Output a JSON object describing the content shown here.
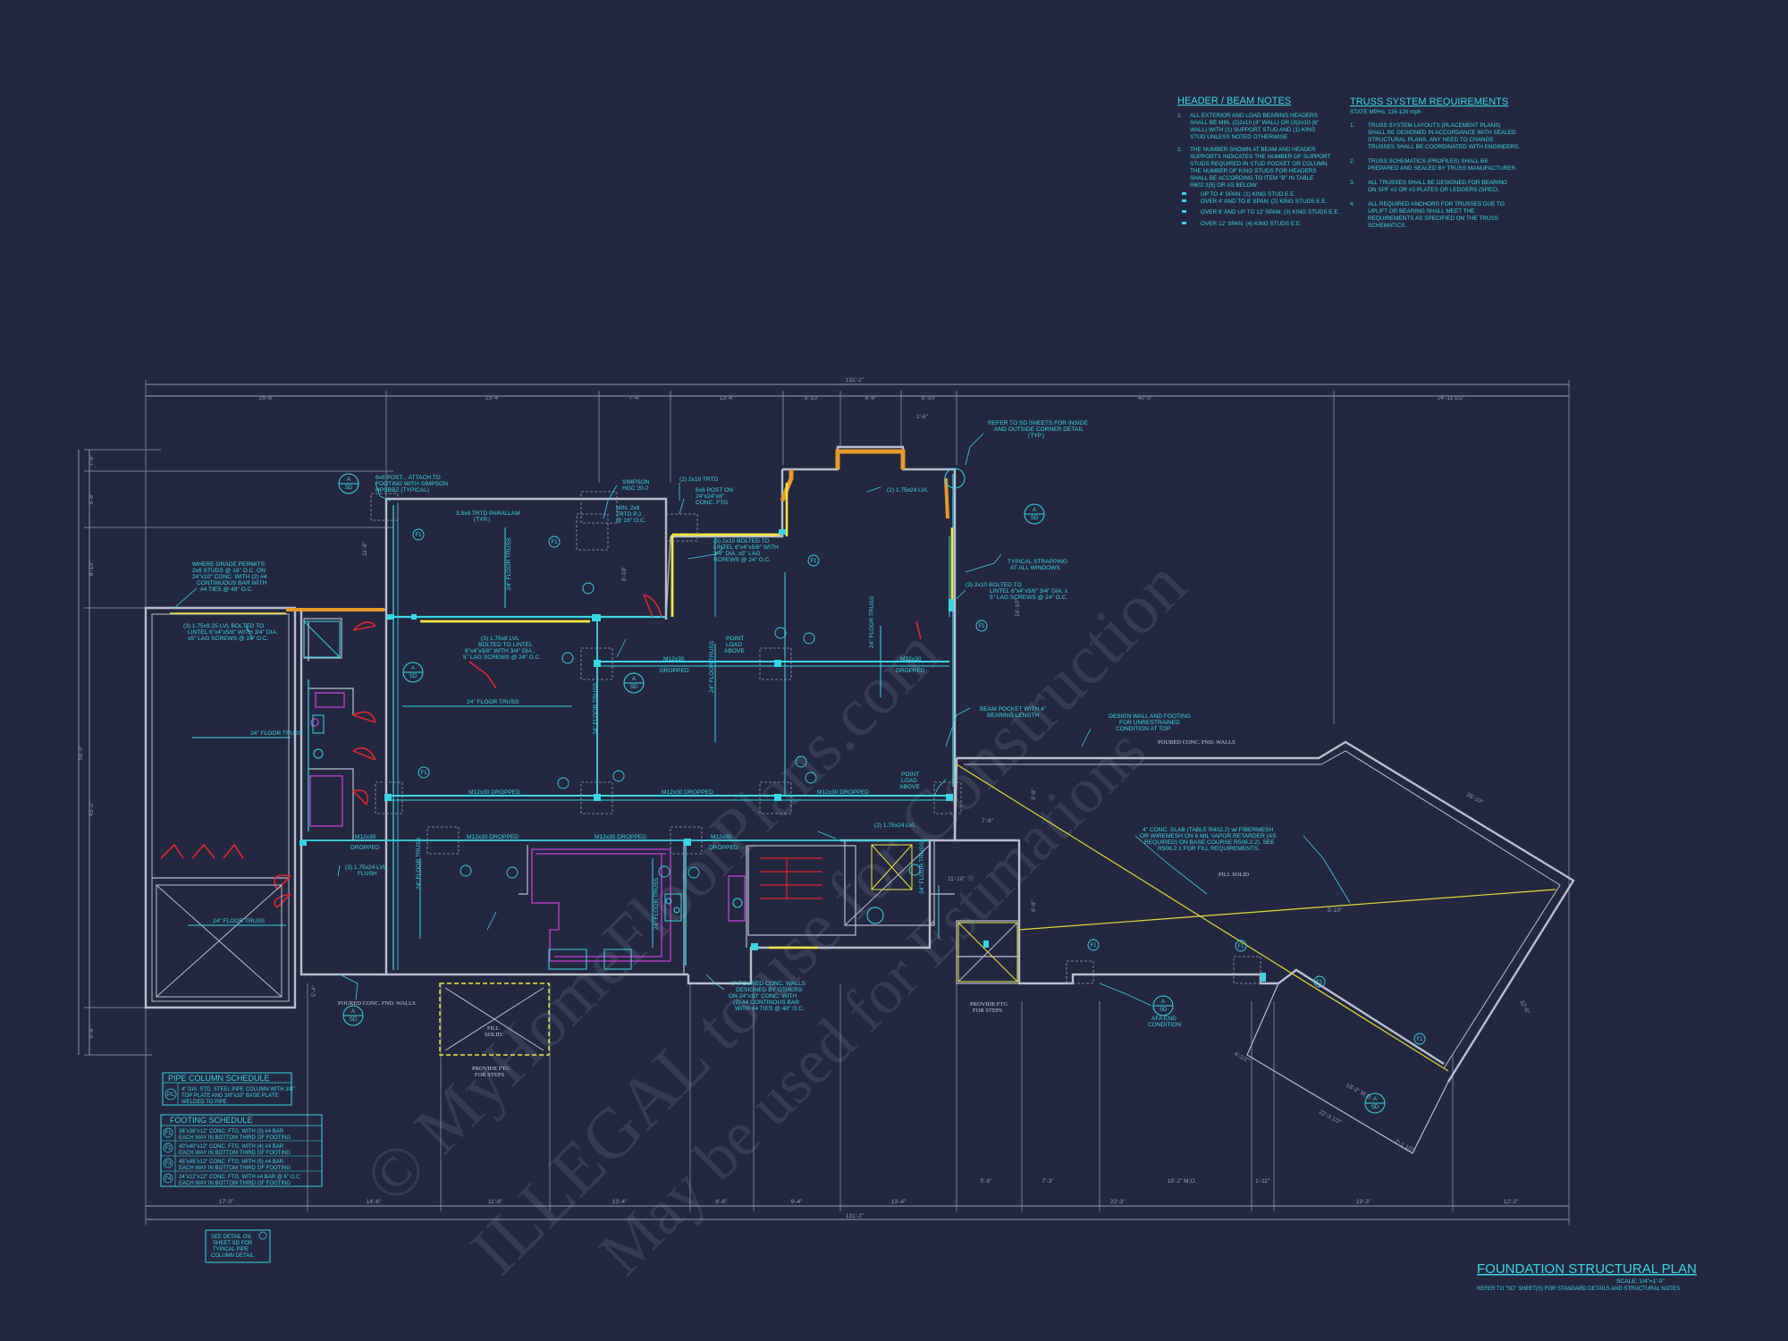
{
  "header_notes": {
    "title": "HEADER / BEAM NOTES",
    "items": [
      {
        "n": "1.",
        "lines": [
          "ALL EXTERIOR AND LOAD BEARING HEADERS",
          "SHALL BE MIN. (2)2x10 (4\" WALL) OR (3)2x10 (6\"",
          "WALL) WITH (1) SUPPORT STUD AND (1) KING",
          "STUD UNLESS NOTED OTHERWISE."
        ]
      },
      {
        "n": "2.",
        "lines": [
          "THE NUMBER SHOWN AT BEAM AND HEADER",
          "SUPPORTS INDICATES THE NUMBER OF SUPPORT",
          "STUDS REQUIRED IN STUD POCKET OR COLUMN.",
          "THE NUMBER OF KING STUDS FOR HEADERS",
          "SHALL BE ACCORDING TO ITEM \"B\" IN TABLE",
          "R602.3(5) OR AS BELOW:"
        ]
      }
    ],
    "bullets": [
      "UP TO 4' SPAN: (1) KING STUD E.E.",
      "OVER 4' AND TO 8' SPAN: (2) KING STUDS E.E.",
      "OVER 8' AND UP TO 12' SPAN: (3) KING STUDS E.E.",
      "OVER 12' SPAN: (4) KING STUDS E.E."
    ]
  },
  "truss_notes": {
    "title": "TRUSS SYSTEM REQUIREMENTS",
    "subtitle": "STATE MPHs: 115-120 mph",
    "items": [
      {
        "n": "1.",
        "lines": [
          "TRUSS SYSTEM LAYOUTS (PLACEMENT PLANS)",
          "SHALL BE DESIGNED IN ACCORDANCE WITH SEALED",
          "STRUCTURAL PLANS. ANY NEED TO CHANGE",
          "TRUSSES SHALL BE COORDINATED WITH ENGINEERS."
        ]
      },
      {
        "n": "2.",
        "lines": [
          "TRUSS SCHEMATICS (PROFILES) SHALL BE",
          "PREPARED AND SEALED BY TRUSS MANUFACTURER."
        ]
      },
      {
        "n": "3.",
        "lines": [
          "ALL TRUSSES SHALL BE DESIGNED FOR BEARING",
          "ON SPF #2 OR #3 PLATES OR LEDGERS (SPECI."
        ]
      },
      {
        "n": "4.",
        "lines": [
          "ALL REQUIRED ANCHORS FOR TRUSSES DUE TO",
          "UPLIFT OR BEARING SHALL MEET THE",
          "REQUIREMENTS AS SPECIFIED ON THE TRUSS",
          "SCHEMATICS."
        ]
      }
    ]
  },
  "dimensions": {
    "top_overall": "131'-2\"",
    "top": [
      "25'-8\"",
      "23'-4\"",
      "7'-4\"",
      "13'-4\"",
      "5'-10\"",
      "6'-8\"",
      "5'-10\"",
      "40'-0\"",
      "24'-11 1/2\""
    ],
    "bottom_overall": "131'-2\"",
    "bottom": [
      "17'-0\"",
      "14'-6\"",
      "11'-8\"",
      "13'-4\"",
      "6'-8\"",
      "9'-4\"",
      "13'-4\"",
      "5'-8\"",
      "7'-3\"",
      "22'-3\"",
      "18'-2\" M.O.",
      "1'-11\"",
      "19'-3\"",
      "12'-2\""
    ],
    "left": [
      "7'-6\"",
      "6'-8\"",
      "8'-10\"",
      "56'-0\"",
      "43'-2\"",
      "5'-6\""
    ],
    "misc": [
      "2'-6\"",
      "11'-8\"",
      "8'-10\"",
      "16'-10\"",
      "7'-8\"",
      "3'-6\"",
      "26'-10\"",
      "32'-6\"",
      "18'-3\" M.O.",
      "22'-3 1/2\"",
      "5'-10\"",
      "11'-10\"",
      "9'-6\"",
      "2'-1 1/2\"",
      "4'-1/2\"",
      "5'-4\""
    ]
  },
  "labels": {
    "post_note": [
      "6x6 POST... ATTACH TO",
      "FOOTING WITH SIMPSON",
      "HPSBBZ (TYPICAL)"
    ],
    "parallam": [
      "3.5x8 TRTD PARALLAM",
      "(TYP.)"
    ],
    "simpson": [
      "SIMPSON",
      "HGC 20-2"
    ],
    "min_2x8": [
      "MIN. 2x8",
      "TRTD P.J.",
      "@ 16\" O.C."
    ],
    "two_2x10_trtd": "(2) 2x10 TRTD",
    "post_6x6": [
      "6x6 POST ON",
      "24\"x24\"x8\"",
      "CONC. FTG."
    ],
    "lvl_top": "(2) 1.75x24 LVL",
    "corner_note": [
      "REFER TO SD SHEETS FOR INSIDE",
      "AND OUTSIDE CORNER DETAIL",
      "(TYP.)"
    ],
    "grade_note": [
      "WHERE GRADE PERMITS:",
      "2x6 STUDS @ 16\" O.C. ON",
      "24\"x10\" CONC. WITH (2) #4",
      "CONTINUOUS BAR WITH",
      "#4 TIES @ 48\" O.C."
    ],
    "lvl_left": [
      "(3) 1.75x9.25 LVL BOLTED TO",
      "LINTEL 6\"x4\"x5/8\" WITH 3/4\" DIA.",
      "x5\" LAG SCREWS @ 24\" O.C."
    ],
    "bolted_2x10": [
      "(3) 2x10 BOLTED TO",
      "LINTEL 6\"x4\"x5/8\" WITH",
      "3/4\" DIA. x5\" LAG",
      "SCREWS @ 24\" O.C."
    ],
    "strapping": [
      "TYPICAL STRAPPING",
      "AT ALL WINDOWS"
    ],
    "bolted_right": [
      "(3) 2x10 BOLTED TO",
      "LINTEL 6\"x4\"x5/8\" 3/4\" DIA. x",
      "5\" LAG SCREWS @ 24\" O.C."
    ],
    "lvl_mid": [
      "(3) 1.75x8 LVL",
      "BOLTED TO LINTEL",
      "6\"x4\"x5/8\" WITH 3/4\" DIA.,",
      "5\" LAG SCREWS @ 24\" O.C."
    ],
    "truss_24": "24\" FLOOR TRUSS",
    "point_load": [
      "POINT",
      "LOAD",
      "ABOVE"
    ],
    "m12_dropped": "M12x30 DROPPED",
    "m12": "M12x30",
    "dropped": "DROPPED",
    "beam_pocket": [
      "BEAM POCKET WITH 4\"",
      "BEARING LENGTH"
    ],
    "design_wall": [
      "DESIGN WALL AND FOOTING",
      "FOR UNRESTRAINED",
      "CONDITION AT TOP"
    ],
    "poured_walls": "POURED CONC. FND. WALLS",
    "lvl_small": "(2) 1.75x24 LVL",
    "lvl_flush": [
      "(2) 1.75x24 LVL",
      "FLUSH"
    ],
    "slab": [
      "4\" CONC. SLAB (TABLE R402.2) w/ FIBERMESH",
      "OR WIREMESH ON 6 MIL VAPOR RETARDER (AS",
      "REQUIRED) ON BASE COURSE R506.2.2). SEE",
      "R506.2.1 FOR FILL REQUIREMENTS."
    ],
    "fill_solid": "FILL SOLID",
    "fill": [
      "FILL",
      "SOLID"
    ],
    "provide_ftg": [
      "PROVIDE FTG",
      "FOR STEPS"
    ],
    "poured_8": [
      "8\" POURED CONC. WALLS",
      "DESIGNED BY OTHERS",
      "ON 24\"x10\" CONC. WITH",
      "(2) #4 CONTINOUS BAR",
      "WITH #4 TIES @ 48\" O.C."
    ],
    "afa": [
      "AFA END",
      "CONDITION"
    ],
    "floor_truss_v": "24\" FLOOR TRUSS",
    "see_detail": [
      "SEE DETAIL  ON",
      "SHEET SD FOR",
      "TYPICAL PIPE",
      "COLUMN DETAIL"
    ]
  },
  "markers": {
    "footing": "F1",
    "pipe": "PC",
    "section_a": "A",
    "sd": "SD"
  },
  "pipe_schedule": {
    "title": "PIPE COLUMN SCHEDULE",
    "rows": [
      {
        "tag": "PC",
        "lines": [
          "4\" DIA. STD. STEEL PIPE COLUMN WITH 3/8\"",
          "TOP PLATE AND 3/8\"x10\" BASE PLATE",
          "WELDED TO PIPE"
        ]
      }
    ]
  },
  "footing_schedule": {
    "title": "FOOTING SCHEDULE",
    "rows": [
      {
        "tag": "F1",
        "lines": [
          "36\"x36\"x12\" CONC. FTG. WITH (3) #4 BAR",
          "EACH WAY IN BOTTOM THIRD OF FOOTING"
        ]
      },
      {
        "tag": "F2",
        "lines": [
          "40\"x40\"x12\" CONC. FTG. WITH (4) #4 BAR",
          "EACH WAY IN BOTTOM THIRD OF FOOTING"
        ]
      },
      {
        "tag": "F3",
        "lines": [
          "45\"x45\"x12\" CONC. FTG. WITH (5) #4 BAR",
          "EACH WAY IN BOTTOM THIRD OF FOOTING"
        ]
      },
      {
        "tag": "F4",
        "lines": [
          "24\"x12\"x12\" CONC. FTG. WITH #4 BAR @ 6\" O.C.",
          "EACH WAY IN BOTTOM THIRD OF FOOTING"
        ]
      }
    ]
  },
  "title_block": {
    "title": "FOUNDATION STRUCTURAL PLAN",
    "scale": "SCALE: 1/4\"=1'-0\"",
    "note": "REFER TO \"SD\" SHEET(S) FOR STANDARD DETAILS AND STRUCTURAL NOTES"
  },
  "watermark": {
    "line1": "© MyHomeFloorPlans.com",
    "line2": "ILLEGAL to use for Construction",
    "line3": "May be used for Estimations"
  },
  "colors": {
    "background": "#232840",
    "cyan": "#39d6e6",
    "wall": "#b6bfcc",
    "yellow": "#f1e640",
    "red": "#e0262e",
    "orange": "#e89a2a",
    "magenta": "#c53fd6"
  }
}
